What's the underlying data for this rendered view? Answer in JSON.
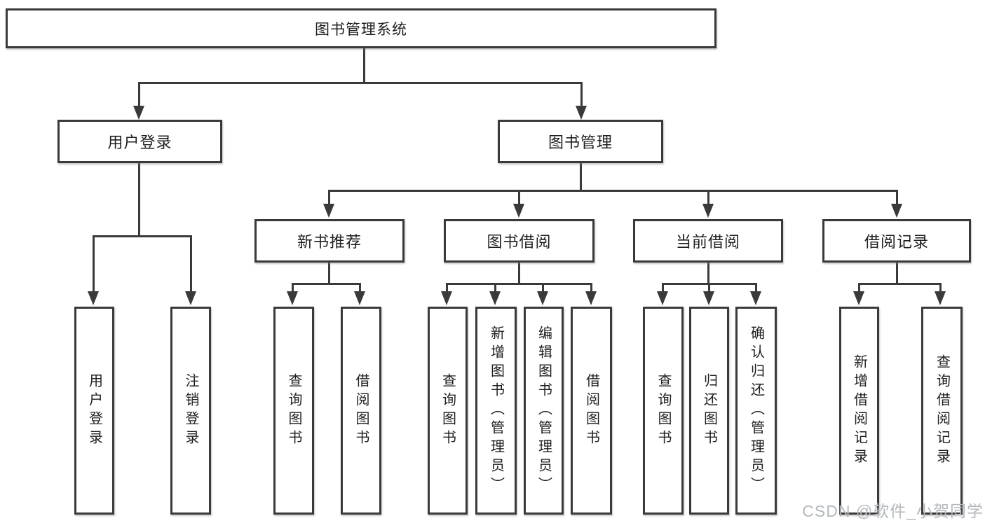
{
  "diagram": {
    "root": {
      "label": "图书管理系统"
    },
    "branches": [
      {
        "label": "用户登录",
        "children": [
          {
            "label": "用户登录"
          },
          {
            "label": "注销登录"
          }
        ]
      },
      {
        "label": "图书管理",
        "children": [
          {
            "label": "新书推荐",
            "children": [
              {
                "label": "查询图书"
              },
              {
                "label": "借阅图书"
              }
            ]
          },
          {
            "label": "图书借阅",
            "children": [
              {
                "label": "查询图书"
              },
              {
                "label": "新增图书（管理员）"
              },
              {
                "label": "编辑图书（管理员）"
              },
              {
                "label": "借阅图书"
              }
            ]
          },
          {
            "label": "当前借阅",
            "children": [
              {
                "label": "查询图书"
              },
              {
                "label": "归还图书"
              },
              {
                "label": "确认归还（管理员）"
              }
            ]
          },
          {
            "label": "借阅记录",
            "children": [
              {
                "label": "新增借阅记录"
              },
              {
                "label": "查询借阅记录"
              }
            ]
          }
        ]
      }
    ]
  },
  "watermark": {
    "text": "CSDN @软件_小贺同学"
  },
  "colors": {
    "line": "#3a3a3c",
    "text": "#1f1f1f",
    "box-bg": "#ffffff",
    "watermark": "#b4b9bd",
    "page-bg": "#ffffff"
  }
}
